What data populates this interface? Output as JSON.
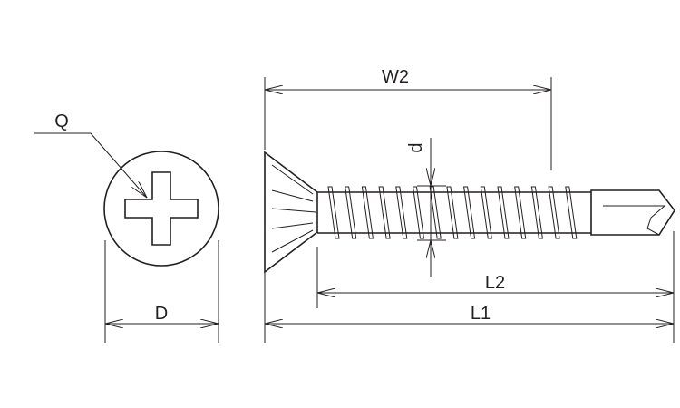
{
  "labels": {
    "q": "Q",
    "d_head": "D",
    "w2": "W2",
    "d_thread": "d",
    "l2": "L2",
    "l1": "L1"
  },
  "colors": {
    "line": "#231f20",
    "background": "#ffffff"
  }
}
